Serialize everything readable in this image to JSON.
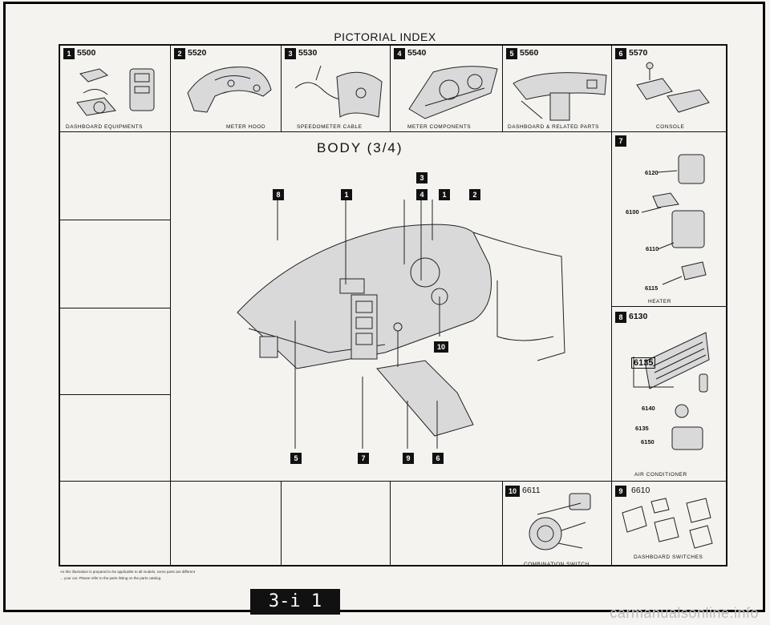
{
  "header": {
    "title": "PICTORIAL INDEX"
  },
  "top_row": [
    {
      "num": "1",
      "code": "5500",
      "caption": "DASHBOARD EQUIPMENTS"
    },
    {
      "num": "2",
      "code": "5520",
      "caption": "METER HOOD"
    },
    {
      "num": "3",
      "code": "5530",
      "caption": "SPEEDOMETER CABLE"
    },
    {
      "num": "4",
      "code": "5540",
      "caption": "METER COMPONENTS"
    },
    {
      "num": "5",
      "code": "5560",
      "caption": "DASHBOARD & RELATED PARTS"
    },
    {
      "num": "6",
      "code": "5570",
      "caption": "CONSOLE"
    }
  ],
  "main": {
    "title": "BODY (3/4)",
    "callouts": [
      "8",
      "1",
      "3",
      "4",
      "1",
      "2",
      "10",
      "5",
      "7",
      "9",
      "6"
    ]
  },
  "right_panel": {
    "heater": {
      "num": "7",
      "parts": [
        "6120",
        "6100",
        "6110",
        "6115"
      ],
      "caption": "HEATER"
    },
    "ac": {
      "num": "8",
      "code": "6130",
      "parts": [
        "6135",
        "6140",
        "6135",
        "6150"
      ],
      "caption": "AIR CONDITIONER"
    }
  },
  "bottom_row": [
    {
      "num": "10",
      "code": "6611",
      "caption": "COMBINATION SWITCH"
    },
    {
      "num": "9",
      "code": "6610",
      "caption": "DASHBOARD SWITCHES"
    }
  ],
  "footnotes": [
    "As this illustration is prepared to be applicable to all models, some parts are different",
    "... your car. Please refer to the parts listing on the parts catalog."
  ],
  "page_number": "3-i 1",
  "watermark": "carmanualsonline.info"
}
